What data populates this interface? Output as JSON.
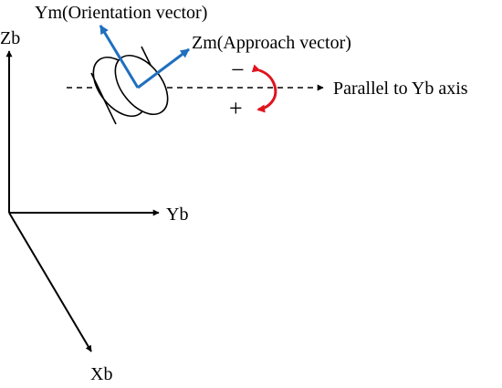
{
  "diagram": {
    "labels": {
      "zb": "Zb",
      "yb": "Yb",
      "xb": "Xb",
      "ym": "Ym(Orientation vector)",
      "zm": "Zm(Approach vector)",
      "parallel": "Parallel to Yb axis",
      "minus": "−",
      "plus": "+"
    },
    "colors": {
      "axes": "#000000",
      "tool_vectors": "#1f6fbf",
      "rotation_arrow": "#e0141e"
    }
  }
}
